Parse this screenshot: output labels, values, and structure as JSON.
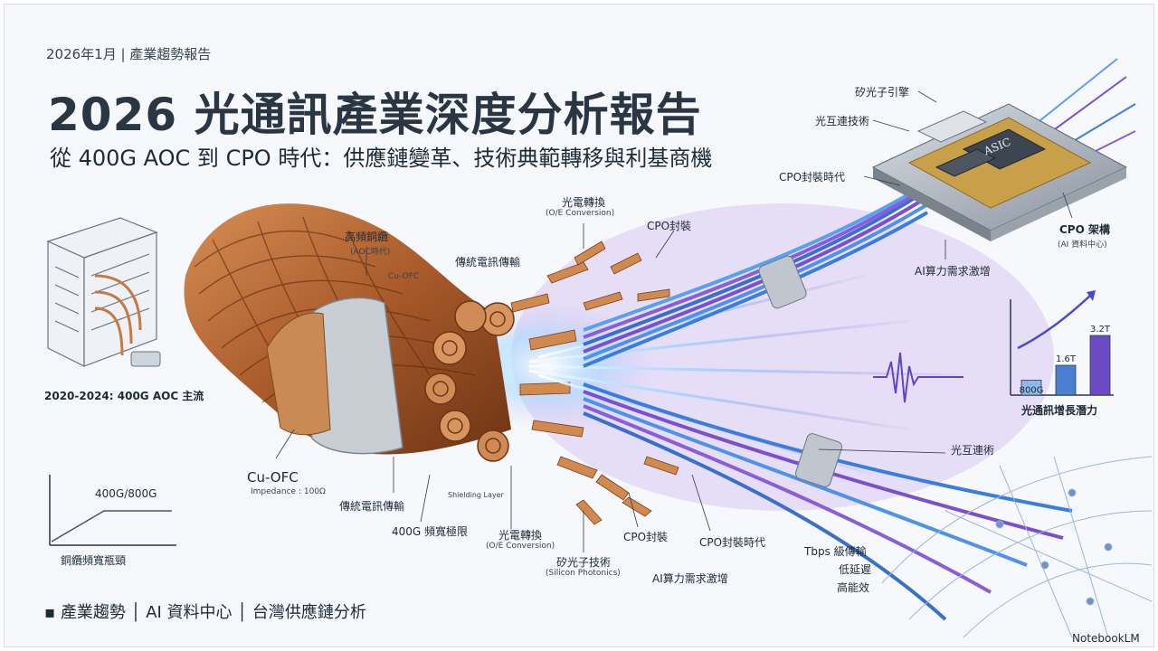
{
  "header": {
    "dateline": "2026年1月 | 產業趨勢報告",
    "title": "2026 光通訊產業深度分析報告",
    "subtitle": "從 400G AOC 到 CPO 時代：供應鏈變革、技術典範轉移與利基商機"
  },
  "left_panel": {
    "era_label": "2020-2024: 400G AOC 主流",
    "mini_chart_label": "400G/800G",
    "mini_chart_caption": "銅纜頻寬瓶頸"
  },
  "cable_labels": {
    "high_freq_copper": "高頻銅纜",
    "aoc_era": "(AOC時代)",
    "cu_ofc_small": "Cu-OFC",
    "traditional_top": "傳統電訊傳輸",
    "oe_top": "光電轉換",
    "oe_top_en": "(O/E Conversion)",
    "cpo_pkg_top": "CPO封裝",
    "cu_ofc": "Cu-OFC",
    "impedance": "Impedance : 100Ω",
    "traditional_bottom": "傳統電訊傳輸",
    "bw_limit": "400G 頻寬極限",
    "shielding": "Shielding Layer",
    "oe_bottom": "光電轉換",
    "oe_bottom_en": "(O/E Conversion)",
    "silicon_photonics": "矽光子技術",
    "silicon_photonics_en": "(Silicon Photonics)",
    "cpo_pkg_bottom": "CPO封裝",
    "ai_demand_bottom": "AI算力需求激增",
    "cpo_era_bottom": "CPO封裝時代"
  },
  "chip_labels": {
    "si_engine": "矽光子引擎",
    "optical_interconnect": "光互連技術",
    "cpo_era": "CPO封裝時代",
    "asic": "ASIC",
    "cpo_arch": "CPO 架構",
    "ai_dc": "(AI 資料中心)",
    "ai_demand": "AI算力需求激增"
  },
  "growth_chart": {
    "type": "bar",
    "categories": [
      "800G",
      "1.6T",
      "3.2T"
    ],
    "values": [
      1,
      2,
      4
    ],
    "caption": "光通訊增長潛力",
    "colors": [
      "#8fb8e8",
      "#4a7fd4",
      "#6a4bc4"
    ]
  },
  "right_labels": {
    "optical_interconnect": "光互連術",
    "tbps": "Tbps 級傳輸",
    "low_latency": "低延遲",
    "high_eff": "高能效"
  },
  "footer": {
    "text": "▪ 產業趨勢 │ AI 資料中心 │ 台灣供應鏈分析",
    "brand": "NotebookLM"
  },
  "colors": {
    "copper": "#b86a36",
    "copper_light": "#e0a06a",
    "fiber_blue": "#3a7de0",
    "fiber_purple": "#7a4fd0",
    "title": "#2b3644"
  }
}
